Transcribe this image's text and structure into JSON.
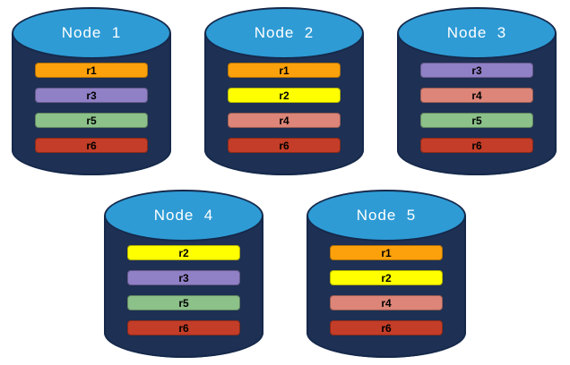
{
  "diagram": {
    "description": "Five database node cylinders showing replica placement",
    "background_color": "#ffffff"
  },
  "colors": {
    "cylinder_body": "#1E3053",
    "cylinder_top": "#2E9BD5",
    "cylinder_outline": "#15294B",
    "title_text": "#ffffff",
    "bar_text": "#000000"
  },
  "replica_colors": {
    "r1": "#FCA10C",
    "r2": "#FFFF00",
    "r3": "#9080C6",
    "r4": "#DC8578",
    "r5": "#8CC18A",
    "r6": "#C33D28"
  },
  "nodes": [
    {
      "title": "Node  1",
      "replicas": [
        "r1",
        "r3",
        "r5",
        "r6"
      ]
    },
    {
      "title": "Node  2",
      "replicas": [
        "r1",
        "r2",
        "r4",
        "r6"
      ]
    },
    {
      "title": "Node  3",
      "replicas": [
        "r3",
        "r4",
        "r5",
        "r6"
      ]
    },
    {
      "title": "Node  4",
      "replicas": [
        "r2",
        "r3",
        "r5",
        "r6"
      ]
    },
    {
      "title": "Node  5",
      "replicas": [
        "r1",
        "r2",
        "r4",
        "r6"
      ]
    }
  ],
  "layout": {
    "rows": [
      [
        0,
        1,
        2
      ],
      [
        3,
        4
      ]
    ]
  }
}
